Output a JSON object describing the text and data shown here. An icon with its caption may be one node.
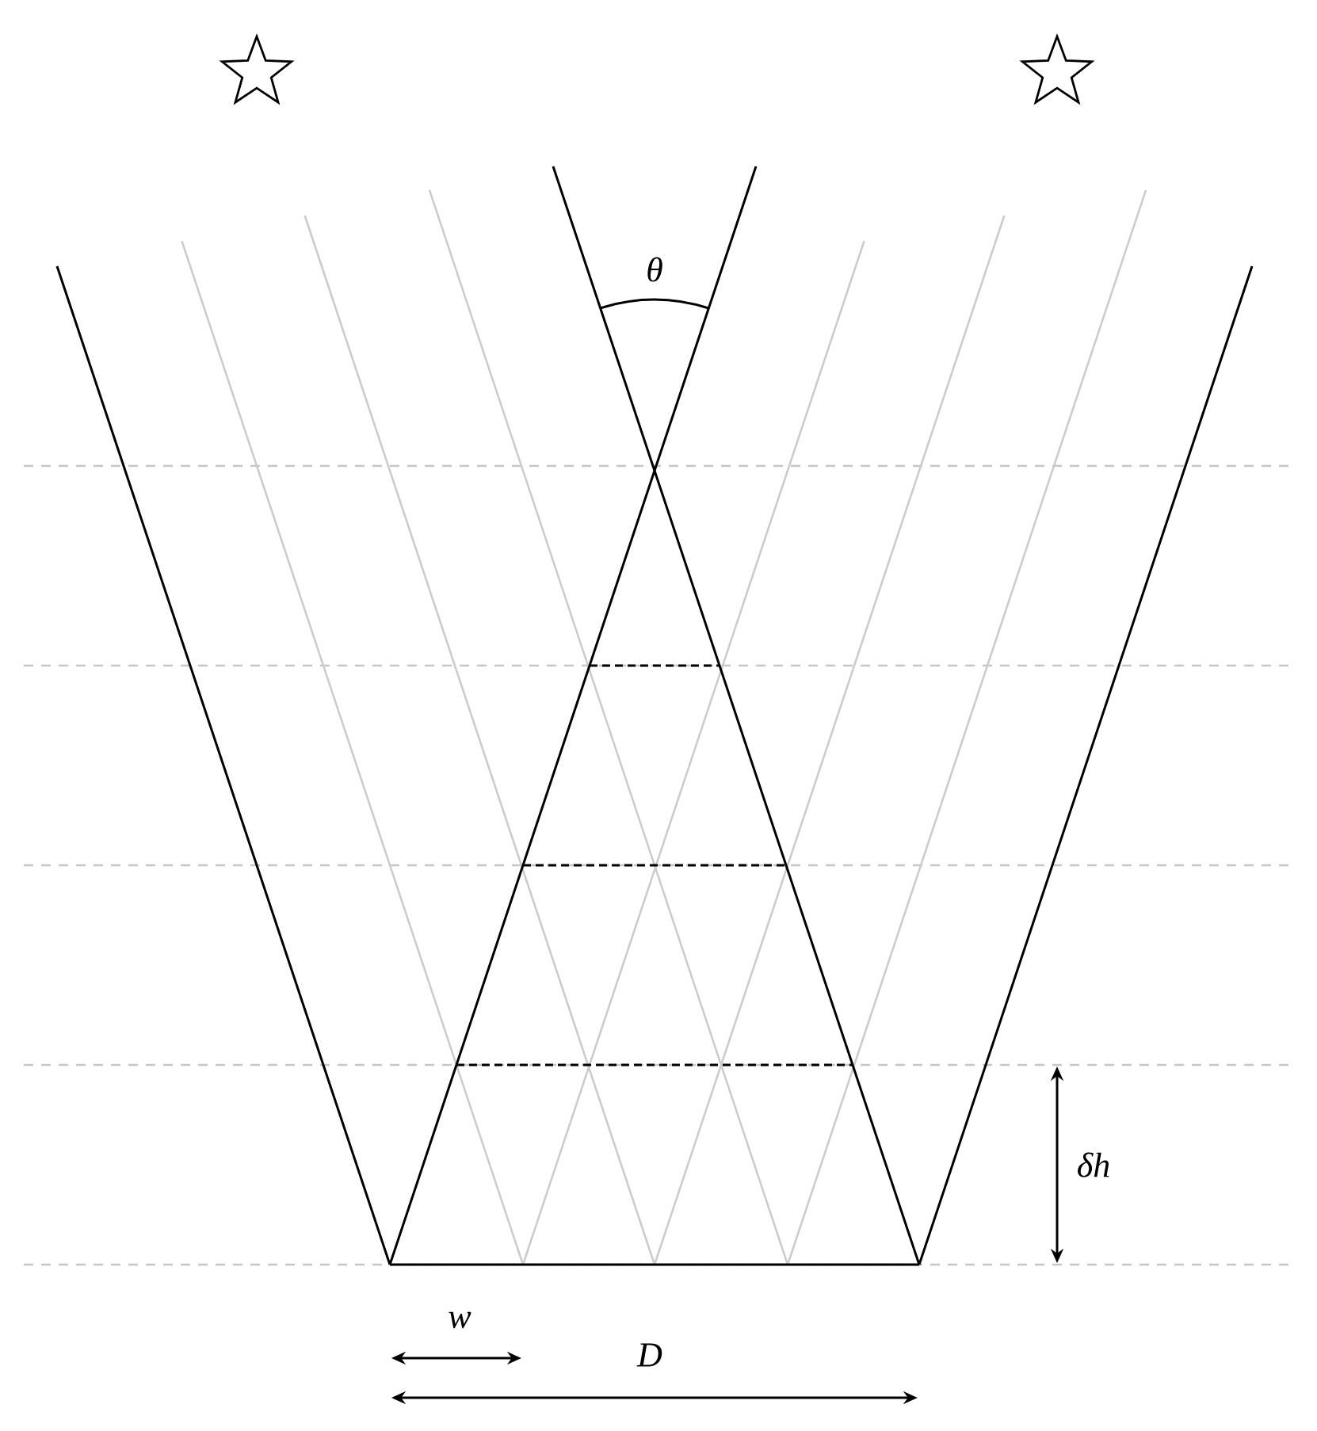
{
  "diagram": {
    "labels": [
      "θ",
      "δh",
      "w",
      "D"
    ]
  }
}
